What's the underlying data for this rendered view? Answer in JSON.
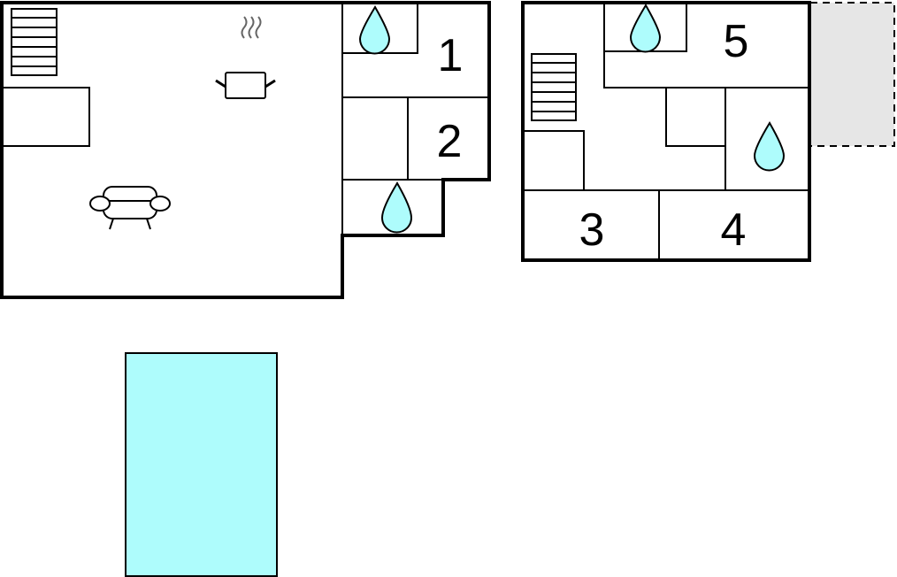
{
  "rooms": {
    "r1": "1",
    "r2": "2",
    "r3": "3",
    "r4": "4",
    "r5": "5"
  },
  "colors": {
    "water": "#aefcfc",
    "pool": "#aefcfc",
    "terrace": "#e6e6e6"
  },
  "icons": [
    "stairs-icon",
    "cooking-pot-icon",
    "armchair-icon",
    "water-drop-icon"
  ]
}
